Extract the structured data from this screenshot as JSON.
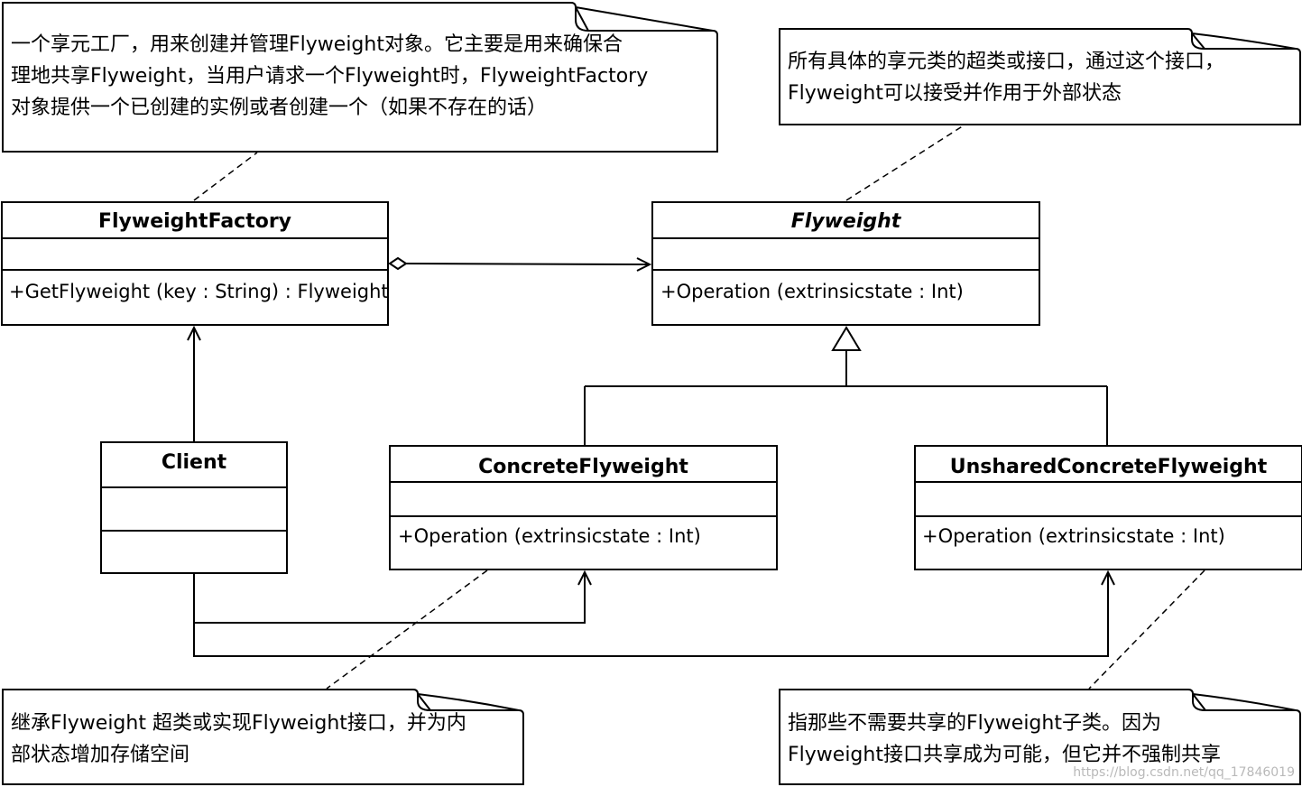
{
  "notes": {
    "factory": {
      "lines": [
        "一个享元工厂，用来创建并管理Flyweight对象。它主要是用来确保合",
        "理地共享Flyweight，当用户请求一个Flyweight时，FlyweightFactory",
        "对象提供一个已创建的实例或者创建一个（如果不存在的话）"
      ]
    },
    "flyweight": {
      "lines": [
        "所有具体的享元类的超类或接口，通过这个接口，",
        "Flyweight可以接受并作用于外部状态"
      ]
    },
    "concrete": {
      "lines": [
        "继承Flyweight 超类或实现Flyweight接口，并为内",
        "部状态增加存储空间"
      ]
    },
    "unshared": {
      "lines": [
        "指那些不需要共享的Flyweight子类。因为",
        "Flyweight接口共享成为可能，但它并不强制共享"
      ]
    }
  },
  "classes": {
    "factory": {
      "name": "FlyweightFactory",
      "method": "+GetFlyweight (key : String) : Flyweight"
    },
    "flyweight": {
      "name": "Flyweight",
      "method": "+Operation (extrinsicstate : Int)"
    },
    "client": {
      "name": "Client"
    },
    "concrete": {
      "name": "ConcreteFlyweight",
      "method": "+Operation (extrinsicstate : Int)"
    },
    "unshared": {
      "name": "UnsharedConcreteFlyweight",
      "method": "+Operation (extrinsicstate : Int)"
    }
  },
  "watermark": "https://blog.csdn.net/qq_17846019"
}
